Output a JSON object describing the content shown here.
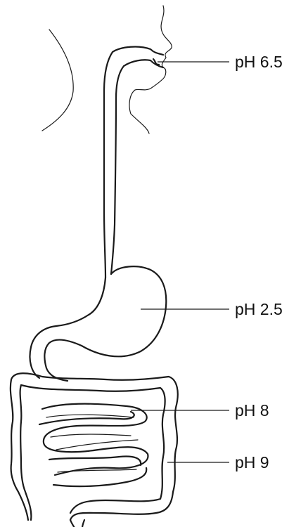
{
  "labels": {
    "mouth": "pH 6.5",
    "stomach": "pH 2.5",
    "small_intestine": "pH 8",
    "large_intestine": "pH 9"
  },
  "colors": {
    "ink": "#1a1a1a",
    "background": "#ffffff"
  }
}
